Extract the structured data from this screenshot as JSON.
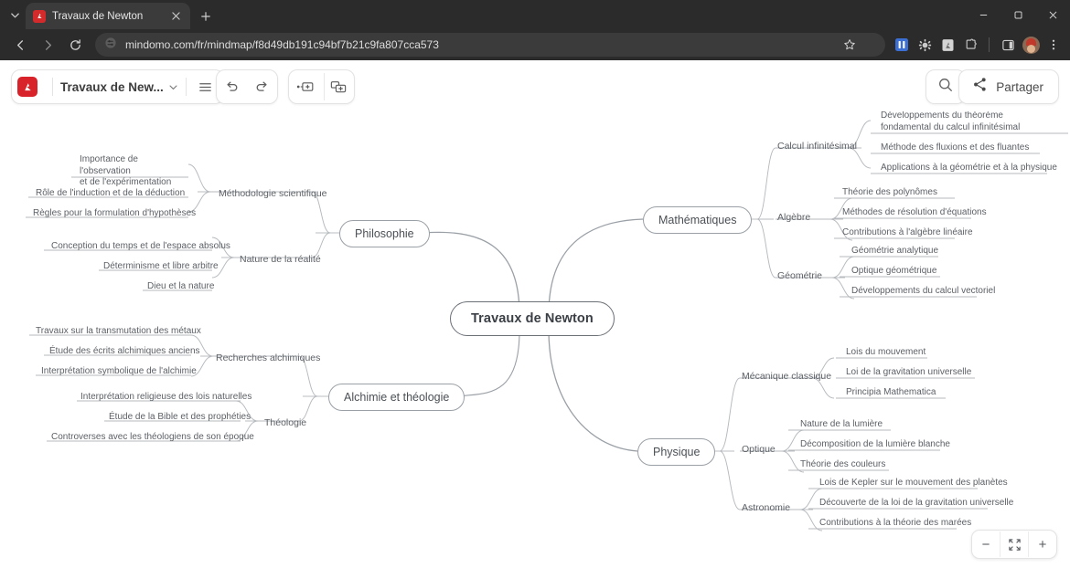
{
  "browser": {
    "tab": {
      "title": "Travaux de Newton",
      "favicon": "mindomo-icon",
      "close": "close-icon"
    },
    "new_tab": "new-tab-icon",
    "window": {
      "minimize": "minimize-icon",
      "maximize": "maximize-icon",
      "close": "close-icon"
    },
    "nav": {
      "back": "back-arrow-icon",
      "forward": "forward-arrow-icon",
      "reload": "reload-icon"
    },
    "url": "mindomo.com/fr/mindmap/f8d49db191c94bf7b21c9fa807cca573",
    "site_icon": "site-settings-icon",
    "bookmark": "star-icon",
    "toolbar_icons": [
      "extension-blue-icon",
      "gear-icon",
      "extension-gray-icon",
      "puzzle-icon",
      "side-panel-icon",
      "profile-avatar",
      "three-dot-menu-icon"
    ]
  },
  "toolbar": {
    "logo": "mindomo-logo",
    "document_title": "Travaux de New...",
    "title_dropdown": "chevron-down-icon",
    "menu": "hamburger-menu-icon",
    "undo": "undo-icon",
    "redo": "redo-icon",
    "add_sibling": "add-sibling-topic-icon",
    "add_subtopic": "add-subtopic-icon",
    "search": "search-icon",
    "share_icon": "share-icon",
    "share_label": "Partager"
  },
  "zoom_controls": {
    "out": "−",
    "fit": "fit-to-screen-icon",
    "in": "+"
  },
  "mindmap": {
    "root": "Travaux de Newton",
    "branches": [
      {
        "label": "Mathématiques",
        "side": "right",
        "groups": [
          {
            "label": "Calcul infinitésimal",
            "leaves": [
              "Développements du théorème fondamental du calcul infinitésimal",
              "Méthode des fluxions et des fluantes",
              "Applications à la géométrie et à la physique"
            ]
          },
          {
            "label": "Algèbre",
            "leaves": [
              "Théorie des polynômes",
              "Méthodes de résolution d'équations",
              "Contributions à l'algèbre linéaire"
            ]
          },
          {
            "label": "Géométrie",
            "leaves": [
              "Géométrie analytique",
              "Optique géométrique",
              "Développements du calcul vectoriel"
            ]
          }
        ]
      },
      {
        "label": "Physique",
        "side": "right",
        "groups": [
          {
            "label": "Mécanique classique",
            "leaves": [
              "Lois du mouvement",
              "Loi de la gravitation universelle",
              "Principia Mathematica"
            ]
          },
          {
            "label": "Optique",
            "leaves": [
              "Nature de la lumière",
              "Décomposition de la lumière blanche",
              "Théorie des couleurs"
            ]
          },
          {
            "label": "Astronomie",
            "leaves": [
              "Lois de Kepler sur le mouvement des planètes",
              "Découverte de la loi de la gravitation universelle",
              "Contributions à la théorie des marées"
            ]
          }
        ]
      },
      {
        "label": "Philosophie",
        "side": "left",
        "groups": [
          {
            "label": "Méthodologie scientifique",
            "leaves": [
              "Importance de l'observation et de l'expérimentation",
              "Rôle de l'induction et de la déduction",
              "Règles pour la formulation d'hypothèses"
            ]
          },
          {
            "label": "Nature de la réalité",
            "leaves": [
              "Conception du temps et de l'espace absolus",
              "Déterminisme et libre arbitre",
              "Dieu et la nature"
            ]
          }
        ]
      },
      {
        "label": "Alchimie et théologie",
        "side": "left",
        "groups": [
          {
            "label": "Recherches alchimiques",
            "leaves": [
              "Travaux sur la transmutation des métaux",
              "Étude des écrits alchimiques anciens",
              "Interprétation symbolique de l'alchimie"
            ]
          },
          {
            "label": "Théologie",
            "leaves": [
              "Interprétation religieuse des lois naturelles",
              "Étude de la Bible et des prophéties",
              "Controverses avec les théologiens de son époque"
            ]
          }
        ]
      }
    ],
    "leaf_lines": {
      "math_calc_0_line1": "Développements du théorème",
      "math_calc_0_line2": "fondamental du calcul infinitésimal",
      "philo_meth_0_line1": "Importance de l'observation",
      "philo_meth_0_line2": "et de l'expérimentation"
    }
  },
  "colors": {
    "brand": "#d8232a",
    "node_stroke": "#9aa0a6",
    "root_stroke": "#6b6f76",
    "text": "#5c6066",
    "canvas": "#ffffff"
  }
}
